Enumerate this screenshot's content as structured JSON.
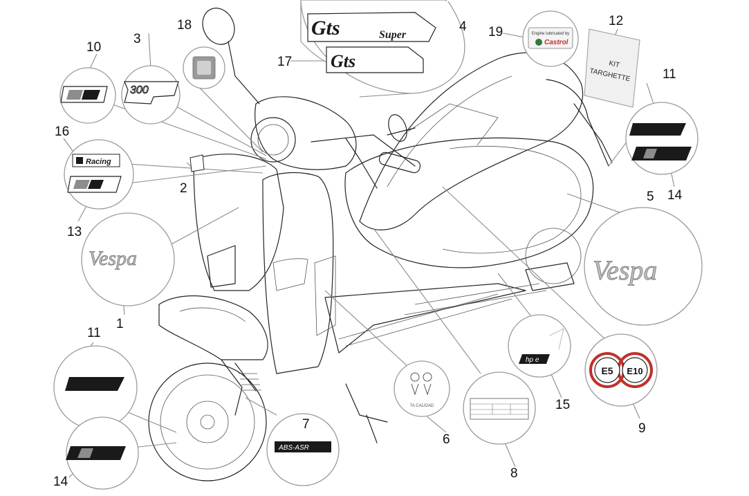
{
  "callouts": [
    {
      "id": "1",
      "label": "1"
    },
    {
      "id": "2",
      "label": "2"
    },
    {
      "id": "3",
      "label": "3"
    },
    {
      "id": "4",
      "label": "4"
    },
    {
      "id": "5",
      "label": "5"
    },
    {
      "id": "6",
      "label": "6"
    },
    {
      "id": "7",
      "label": "7"
    },
    {
      "id": "8",
      "label": "8"
    },
    {
      "id": "9",
      "label": "9"
    },
    {
      "id": "10",
      "label": "10"
    },
    {
      "id": "11a",
      "label": "11"
    },
    {
      "id": "11b",
      "label": "11"
    },
    {
      "id": "12",
      "label": "12"
    },
    {
      "id": "13",
      "label": "13"
    },
    {
      "id": "14a",
      "label": "14"
    },
    {
      "id": "14b",
      "label": "14"
    },
    {
      "id": "15",
      "label": "15"
    },
    {
      "id": "16",
      "label": "16"
    },
    {
      "id": "17",
      "label": "17"
    },
    {
      "id": "18",
      "label": "18"
    },
    {
      "id": "19",
      "label": "19"
    }
  ],
  "decals": {
    "gts_super_main": "Gts",
    "gts_super_sub": "Super",
    "gts": "Gts",
    "engine_oil_line1": "Engine lubricated by",
    "engine_oil_brand": "Castrol",
    "kit_line1": "KIT",
    "kit_line2": "TARGHETTE",
    "model_300": "300",
    "racing": "Racing",
    "vespa_left": "Vespa",
    "vespa_right": "Vespa",
    "abs_asr": "ABS-ASR",
    "hpe": "hp e",
    "fuel_e5": "E5",
    "fuel_e10": "E10",
    "warning_caption": "TA CALIDAD"
  },
  "colors": {
    "decal_dark": "#1a1a1a",
    "decal_grey": "#8c8c8c",
    "bubble_stroke": "#9a9a9a",
    "castrol_green": "#2f7a3a",
    "castrol_red": "#c0302a"
  }
}
